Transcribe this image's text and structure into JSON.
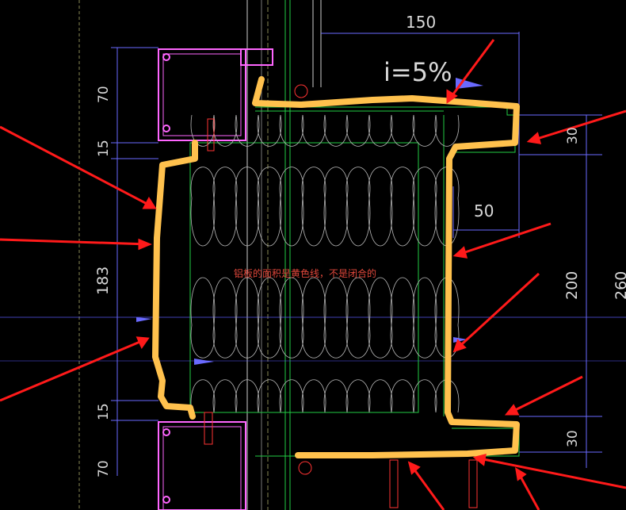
{
  "drawing": {
    "slope_label": "i=5%",
    "note": "铝板的面积是黄色线，不是闭合的",
    "dimensions": {
      "top_width": "150",
      "inner_width": "50",
      "left_70_top": "70",
      "left_15_top": "15",
      "left_183": "183",
      "left_15_bottom": "15",
      "left_70_bottom": "70",
      "right_30_top": "30",
      "right_200": "200",
      "right_260": "260",
      "right_30_bottom": "30"
    }
  },
  "colors": {
    "background": "#000000",
    "outline_highlight": "#ffc14d",
    "arrow": "#ff1a1a",
    "mullion": "#ff66ff",
    "insulation": "#c8c8c8",
    "dimension_line": "#6a6aff",
    "green_line": "#22cc44"
  }
}
